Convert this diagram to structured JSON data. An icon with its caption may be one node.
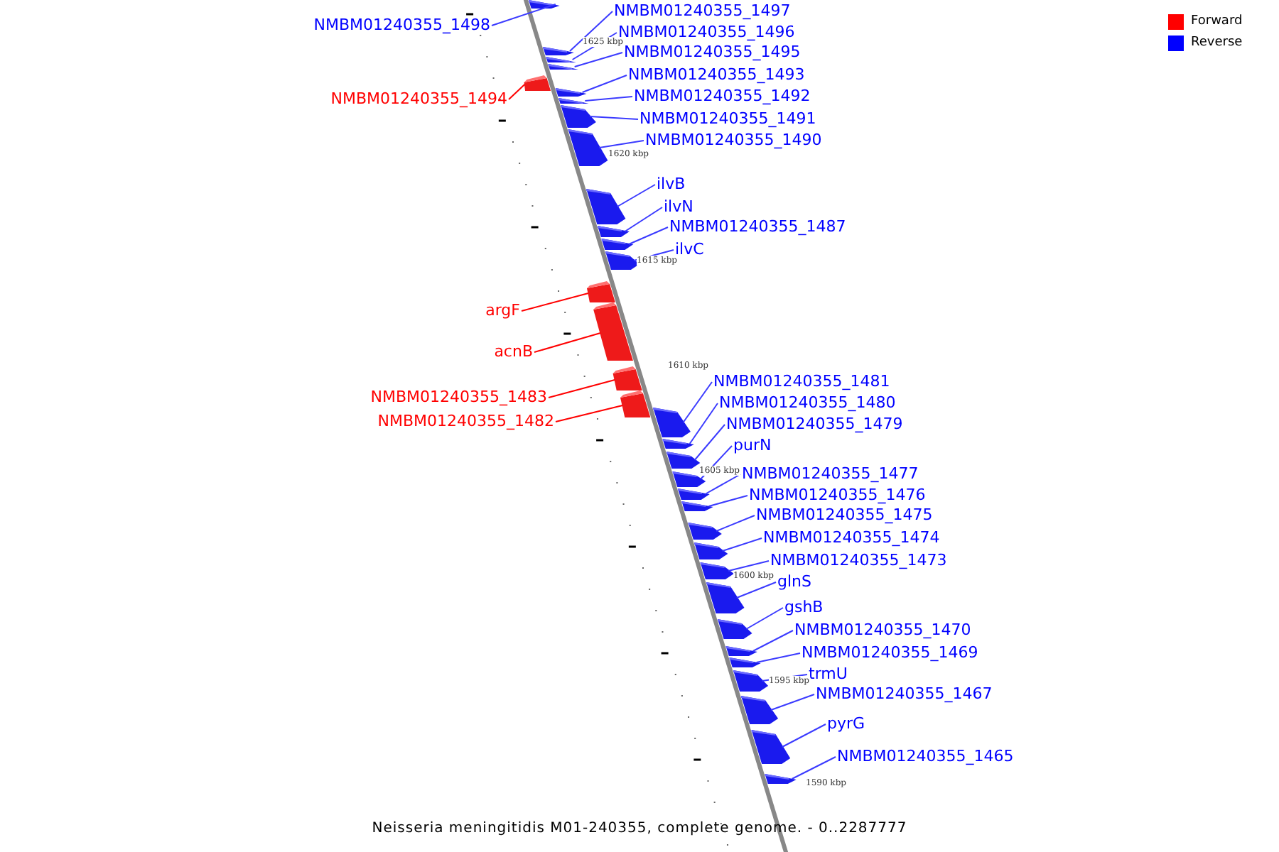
{
  "diagram": {
    "caption": "Neisseria meningitidis M01-240355, complete genome. - 0..2287777",
    "nodes": [
      {
        "text": [
          "NMBM01240355_1498"
        ]
      },
      {
        "text": [
          "NMBM01240355_1497"
        ]
      },
      {
        "text": [
          "NMBM01240355_1496"
        ]
      },
      {
        "text": [
          "NMBM01240355_1495"
        ]
      },
      {
        "text": [
          "NMBM01240355_1494"
        ]
      },
      {
        "text": [
          "NMBM01240355_1493"
        ]
      },
      {
        "text": [
          "NMBM01240355_1492"
        ]
      },
      {
        "text": [
          "NMBM01240355_1491"
        ]
      },
      {
        "text": [
          "NMBM01240355_1490"
        ]
      },
      {
        "text": [
          "ilvB"
        ]
      },
      {
        "text": [
          "ilvN"
        ]
      },
      {
        "text": [
          "NMBM01240355_1487"
        ]
      },
      {
        "text": [
          "ilvC"
        ]
      },
      {
        "text": [
          "argF"
        ]
      },
      {
        "text": [
          "acnB"
        ]
      },
      {
        "text": [
          "NMBM01240355_1483"
        ]
      },
      {
        "text": [
          "NMBM01240355_1482"
        ]
      },
      {
        "text": [
          "NMBM01240355_1481"
        ]
      },
      {
        "text": [
          "NMBM01240355_1480"
        ]
      },
      {
        "text": [
          "NMBM01240355_1479"
        ]
      },
      {
        "text": [
          "purN"
        ]
      },
      {
        "text": [
          "NMBM01240355_1477"
        ]
      },
      {
        "text": [
          "NMBM01240355_1476"
        ]
      },
      {
        "text": [
          "NMBM01240355_1475"
        ]
      },
      {
        "text": [
          "NMBM01240355_1474"
        ]
      },
      {
        "text": [
          "NMBM01240355_1473"
        ]
      },
      {
        "text": [
          "glnS"
        ]
      },
      {
        "text": [
          "gshB"
        ]
      },
      {
        "text": [
          "NMBM01240355_1470"
        ]
      },
      {
        "text": [
          "NMBM01240355_1469"
        ]
      },
      {
        "text": [
          "trmU"
        ]
      },
      {
        "text": [
          "NMBM01240355_1467"
        ]
      },
      {
        "text": [
          "pyrG"
        ]
      },
      {
        "text": [
          "NMBM01240355_1465"
        ]
      },
      {
        "text": [],
        "shape": "bar"
      },
      {
        "text": [],
        "shape": "bar"
      },
      {
        "text": [],
        "shape": "bar"
      },
      {
        "text": [],
        "shape": "bar"
      },
      {
        "text": [],
        "shape": "bar"
      },
      {
        "text": [],
        "shape": "bar"
      },
      {
        "text": [],
        "shape": "bar"
      },
      {
        "text": [],
        "shape": "bar"
      },
      {
        "text": [],
        "shape": "bar"
      },
      {
        "text": [],
        "shape": "bar"
      },
      {
        "text": [],
        "shape": "bar"
      },
      {
        "text": [],
        "shape": "bar"
      },
      {
        "text": [],
        "shape": "bar"
      },
      {
        "text": [],
        "shape": "bar"
      },
      {
        "text": [],
        "shape": "bar"
      },
      {
        "text": [],
        "shape": "bar"
      },
      {
        "text": [],
        "shape": "bar"
      },
      {
        "text": [],
        "shape": "bar"
      },
      {
        "text": [],
        "shape": "bar"
      },
      {
        "text": [],
        "shape": "bar"
      },
      {
        "text": [],
        "shape": "bar"
      },
      {
        "text": [],
        "shape": "bar"
      },
      {
        "text": [],
        "shape": "bar"
      },
      {
        "text": [],
        "shape": "bar"
      },
      {
        "text": [],
        "shape": "bar"
      },
      {
        "text": [],
        "shape": "bar"
      },
      {
        "text": [],
        "shape": "bar"
      },
      {
        "text": [],
        "shape": "bar"
      },
      {
        "text": [],
        "shape": "bar"
      },
      {
        "text": [],
        "shape": "bar"
      },
      {
        "text": [],
        "shape": "bar"
      },
      {
        "text": [],
        "shape": "bar"
      },
      {
        "text": [],
        "shape": "bar"
      },
      {
        "text": [],
        "shape": "bar"
      }
    ],
    "edges": [
      {
        "from": 0,
        "to": 34,
        "arrow": "none"
      },
      {
        "from": 1,
        "to": 35,
        "arrow": "none"
      },
      {
        "from": 2,
        "to": 36,
        "arrow": "none"
      },
      {
        "from": 3,
        "to": 37,
        "arrow": "none"
      },
      {
        "from": 4,
        "to": 38,
        "arrow": "none",
        "color": "#ff0000"
      },
      {
        "from": 5,
        "to": 39,
        "arrow": "none"
      },
      {
        "from": 6,
        "to": 40,
        "arrow": "none"
      },
      {
        "from": 7,
        "to": 41,
        "arrow": "none"
      },
      {
        "from": 8,
        "to": 42,
        "arrow": "none"
      },
      {
        "from": 9,
        "to": 43,
        "arrow": "none"
      },
      {
        "from": 10,
        "to": 44,
        "arrow": "none"
      },
      {
        "from": 11,
        "to": 45,
        "arrow": "none"
      },
      {
        "from": 12,
        "to": 46,
        "arrow": "none"
      },
      {
        "from": 13,
        "to": 47,
        "arrow": "none",
        "color": "#ff0000"
      },
      {
        "from": 14,
        "to": 48,
        "arrow": "none",
        "color": "#ff0000"
      },
      {
        "from": 15,
        "to": 49,
        "arrow": "none",
        "color": "#ff0000"
      },
      {
        "from": 16,
        "to": 50,
        "arrow": "none",
        "color": "#ff0000"
      },
      {
        "from": 17,
        "to": 51,
        "arrow": "none"
      },
      {
        "from": 18,
        "to": 52,
        "arrow": "none"
      },
      {
        "from": 19,
        "to": 53,
        "arrow": "none"
      },
      {
        "from": 20,
        "to": 54,
        "arrow": "none"
      },
      {
        "from": 21,
        "to": 55,
        "arrow": "none"
      },
      {
        "from": 22,
        "to": 56,
        "arrow": "none"
      },
      {
        "from": 23,
        "to": 57,
        "arrow": "none"
      },
      {
        "from": 24,
        "to": 58,
        "arrow": "none"
      },
      {
        "from": 25,
        "to": 59,
        "arrow": "none"
      },
      {
        "from": 26,
        "to": 60,
        "arrow": "none"
      },
      {
        "from": 27,
        "to": 61,
        "arrow": "none"
      },
      {
        "from": 28,
        "to": 62,
        "arrow": "none"
      },
      {
        "from": 29,
        "to": 63,
        "arrow": "none"
      },
      {
        "from": 30,
        "to": 64,
        "arrow": "none"
      },
      {
        "from": 31,
        "to": 65,
        "arrow": "none"
      },
      {
        "from": 32,
        "to": 66,
        "arrow": "none"
      },
      {
        "from": 33,
        "to": 67,
        "arrow": "none"
      }
    ],
    "labels": [
      "1625 kbp",
      "1620 kbp",
      "1615 kbp",
      "1610 kbp",
      "1605 kbp",
      "1600 kbp",
      "1595 kbp",
      "1590 kbp"
    ],
    "legend": [
      {
        "text": "Forward",
        "color": "#ff0000"
      },
      {
        "text": "Reverse",
        "color": "#0000ff"
      }
    ]
  }
}
